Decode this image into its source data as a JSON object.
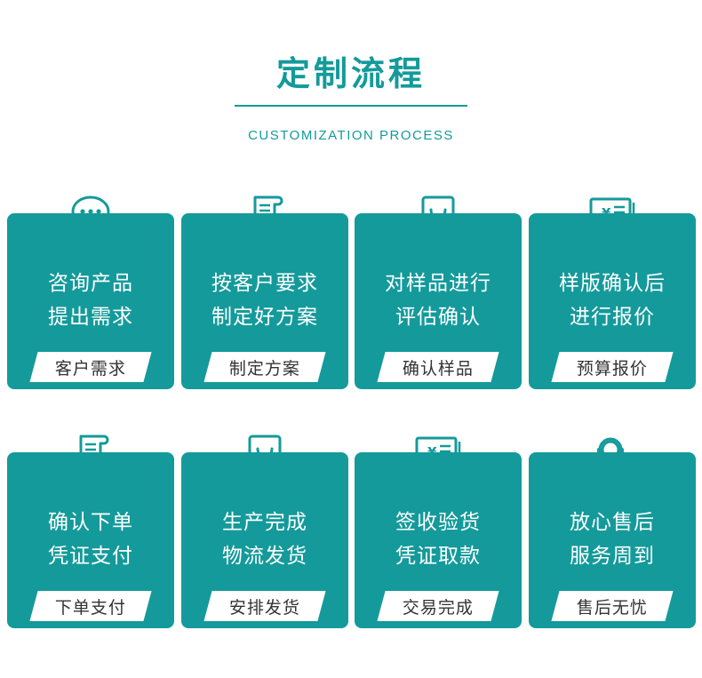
{
  "title": "定制流程",
  "subtitle": "CUSTOMIZATION PROCESS",
  "colors": {
    "accent": "#149a9b",
    "tag_bg": "#ffffff",
    "tag_text": "#333333"
  },
  "cards": [
    {
      "icon": "chat-bubble-icon",
      "line1": "咨询产品",
      "line2": "提出需求",
      "tag": "客户需求"
    },
    {
      "icon": "scroll-document-icon",
      "line1": "按客户要求",
      "line2": "制定好方案",
      "tag": "制定方案"
    },
    {
      "icon": "shopping-bag-icon",
      "line1": "对样品进行",
      "line2": "评估确认",
      "tag": "确认样品"
    },
    {
      "icon": "price-bill-icon",
      "line1": "样版确认后",
      "line2": "进行报价",
      "tag": "预算报价"
    },
    {
      "icon": "scroll-document-icon",
      "line1": "确认下单",
      "line2": "凭证支付",
      "tag": "下单支付"
    },
    {
      "icon": "shopping-bag-icon",
      "line1": "生产完成",
      "line2": "物流发货",
      "tag": "安排发货"
    },
    {
      "icon": "price-bill-icon",
      "line1": "签收验货",
      "line2": "凭证取款",
      "tag": "交易完成"
    },
    {
      "icon": "customer-service-icon",
      "line1": "放心售后",
      "line2": "服务周到",
      "tag": "售后无忧"
    }
  ]
}
